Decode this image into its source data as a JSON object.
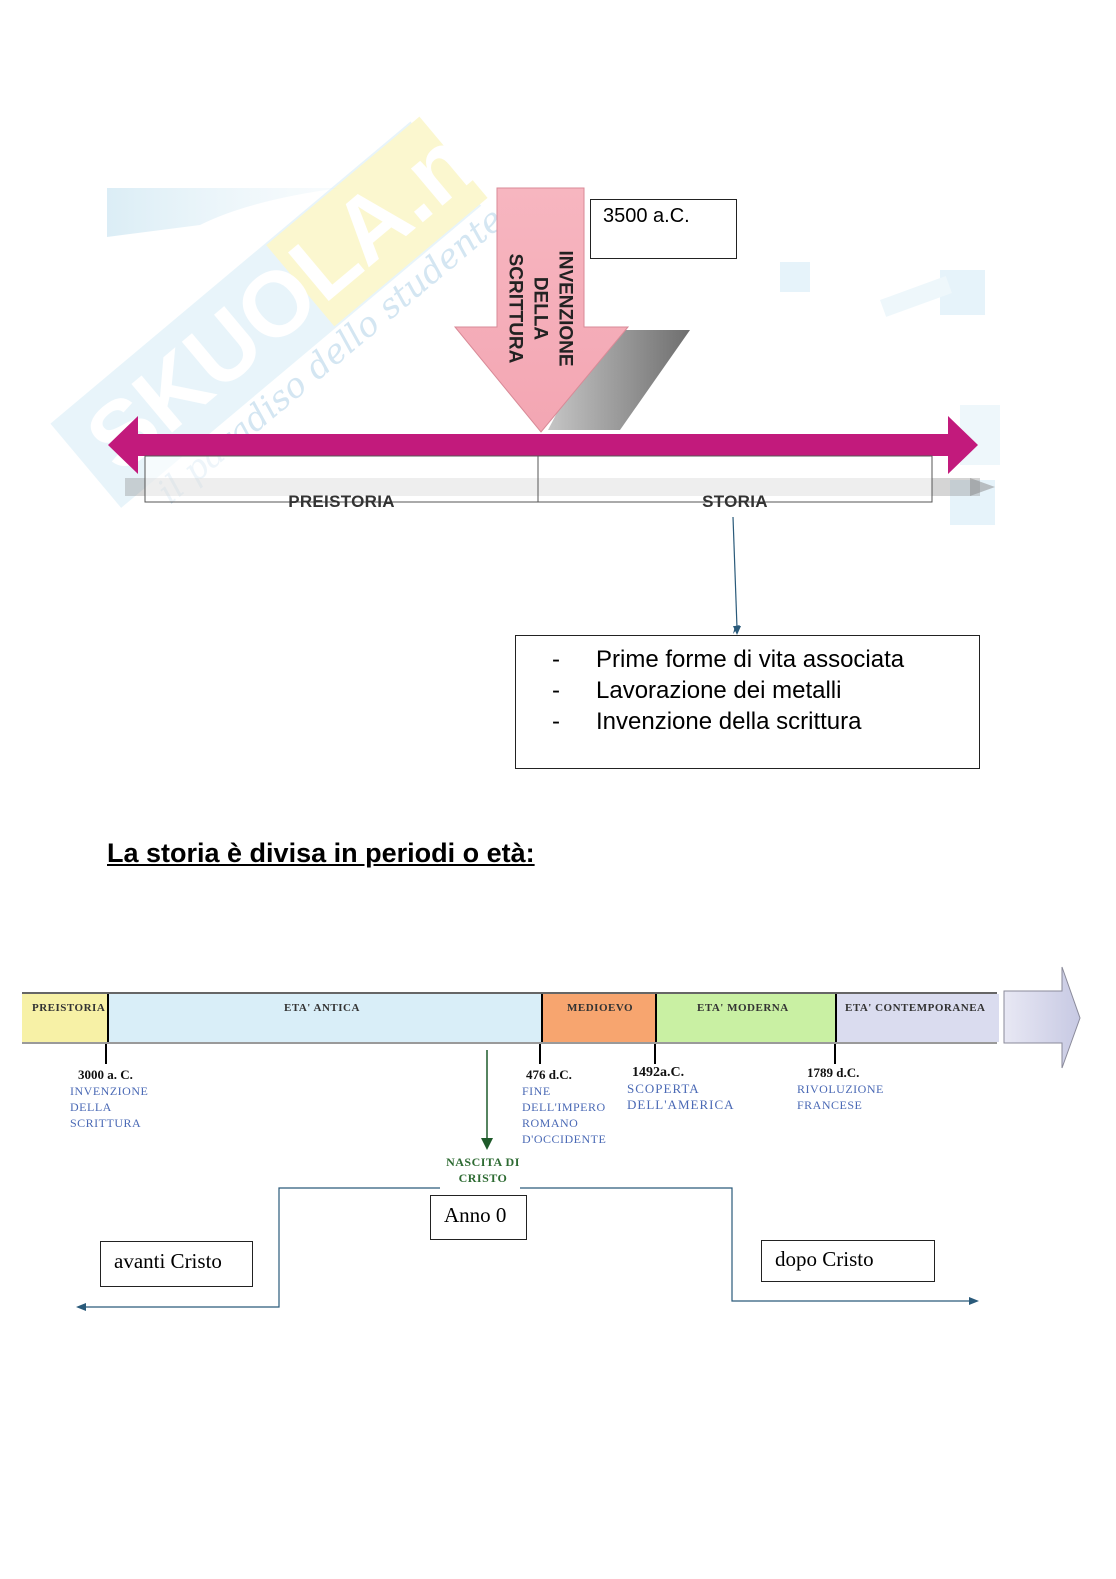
{
  "watermark": {
    "brand": "SKUOLA.net",
    "tagline": "il paradiso dello studente"
  },
  "top_timeline": {
    "arrow_label_lines": [
      "INVENZIONE",
      "DELLA",
      "SCRITTURA"
    ],
    "date_box": "3500 a.C.",
    "left_period": "PREISTORIA",
    "right_period": "STORIA",
    "storia_features": [
      "Prime forme di vita associata",
      "Lavorazione dei metalli",
      "Invenzione della scrittura"
    ]
  },
  "section_title": "La storia è divisa in periodi o età:",
  "periods_timeline": {
    "periods": [
      {
        "label": "PREISTORIA",
        "color": "#f7f1a6"
      },
      {
        "label": "ETA' ANTICA",
        "color": "#d9eef8"
      },
      {
        "label": "MEDIOEVO",
        "color": "#f7a56f"
      },
      {
        "label": "ETA' MODERNA",
        "color": "#c9f0a3"
      },
      {
        "label": "ETA' CONTEMPORANEA",
        "color": "#dadcef"
      }
    ],
    "events": [
      {
        "date": "3000 a. C.",
        "caption": [
          "INVENZIONE",
          "DELLA",
          "SCRITTURA"
        ]
      },
      {
        "date": "476 d.C.",
        "caption": [
          "FINE",
          "DELL'IMPERO",
          "ROMANO",
          "D'OCCIDENTE"
        ]
      },
      {
        "date": "1492a.C.",
        "caption": [
          "SCOPERTA",
          "DELL'AMERICA"
        ]
      },
      {
        "date": "1789 d.C.",
        "caption": [
          "RIVOLUZIONE",
          "FRANCESE"
        ]
      }
    ],
    "birth_label": [
      "NASCITA DI",
      "CRISTO"
    ],
    "year_zero": "Anno 0",
    "before_christ": "avanti Cristo",
    "after_christ": "dopo Cristo"
  }
}
